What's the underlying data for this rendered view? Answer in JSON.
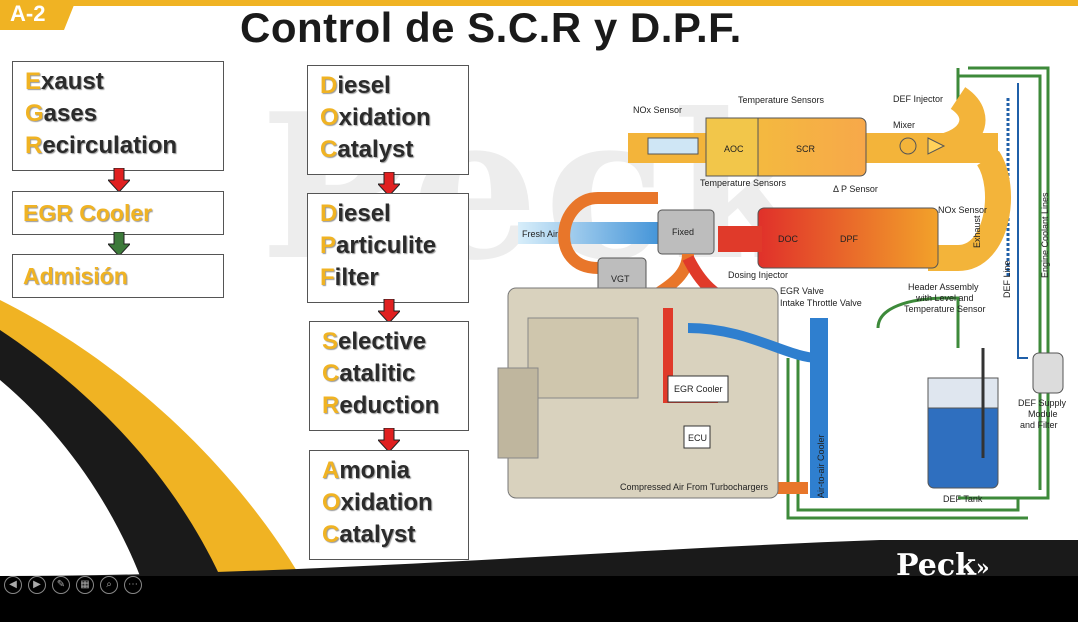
{
  "slide": {
    "badge": "A-2",
    "title": "Control de S.C.R y D.P.F.",
    "watermark": "Peck",
    "brand": "Peck",
    "brand_chevrons": "»"
  },
  "left_column": {
    "egr_acronym": [
      {
        "lead": "E",
        "rest": "xaust"
      },
      {
        "lead": "G",
        "rest": "ases"
      },
      {
        "lead": "R",
        "rest": "ecirculation"
      }
    ],
    "egr_cooler": "EGR Cooler",
    "admision": "Admisión"
  },
  "middle_column": {
    "doc": [
      {
        "lead": "D",
        "rest": "iesel"
      },
      {
        "lead": "O",
        "rest": "xidation"
      },
      {
        "lead": "C",
        "rest": "atalyst"
      }
    ],
    "dpf": [
      {
        "lead": "D",
        "rest": "iesel"
      },
      {
        "lead": "P",
        "rest": "articulite"
      },
      {
        "lead": "F",
        "rest": "ilter"
      }
    ],
    "scr": [
      {
        "lead": "S",
        "rest": "elective"
      },
      {
        "lead": "C",
        "rest": "atalitic"
      },
      {
        "lead": "R",
        "rest": "eduction"
      }
    ],
    "aoc": [
      {
        "lead": "A",
        "rest": "monia"
      },
      {
        "lead": "O",
        "rest": "xidation"
      },
      {
        "lead": "C",
        "rest": "atalyst"
      }
    ]
  },
  "diagram": {
    "nox_sensor_top": "NOx Sensor",
    "temperature_sensors_top": "Temperature Sensors",
    "def_injector": "DEF Injector",
    "aoc": "AOC",
    "scr": "SCR",
    "mixer": "Mixer",
    "temperature_sensors_mid": "Temperature Sensors",
    "delta_p_sensor": "Δ P Sensor",
    "nox_sensor_mid": "NOx Sensor",
    "exhaust": "Exhaust",
    "engine_coolant_lines": "Engine Coolant Lines",
    "fresh_air": "Fresh Air",
    "fixed": "Fixed",
    "doc": "DOC",
    "dpf": "DPF",
    "def_line": "DEF Line",
    "vgt": "VGT",
    "dosing_injector": "Dosing Injector",
    "egr_valve": "EGR Valve",
    "intake_throttle_valve": "Intake Throttle Valve",
    "header_assembly": [
      "Header Assembly",
      "with Level and",
      "Temperature Sensor"
    ],
    "egr_cooler": "EGR Cooler",
    "ecu": "ECU",
    "air_to_air_cooler": "Air-to-air Cooler",
    "def_supply": [
      "DEF Supply",
      "Module",
      "and Filter"
    ],
    "compressed_air": "Compressed Air From Turbochargers",
    "def_tank": "DEF Tank"
  },
  "colors": {
    "accent_yellow": "#f0b323",
    "arrow_red": "#e02020",
    "arrow_green": "#3d7a3a",
    "dark": "#1a1a1a"
  },
  "toolbar": {
    "icons": [
      "prev-icon",
      "next-icon",
      "pen-icon",
      "slides-icon",
      "zoom-icon",
      "more-icon"
    ]
  }
}
